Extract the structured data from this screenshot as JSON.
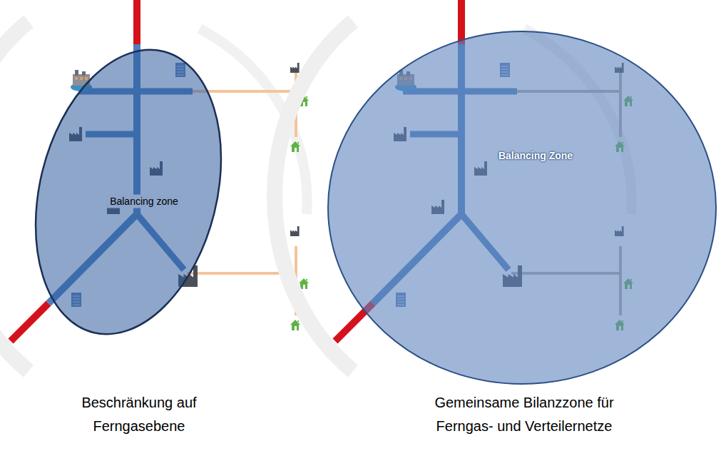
{
  "diagram": {
    "nodes": [
      {
        "text": [
          "Balancing zone"
        ]
      },
      {
        "text": [
          "Balancing Zone"
        ]
      }
    ],
    "labels": [
      "Beschränkung auf Ferngasebene",
      "Gemeinsame Bilanzzone für Ferngas- und Verteilernetze"
    ]
  }
}
